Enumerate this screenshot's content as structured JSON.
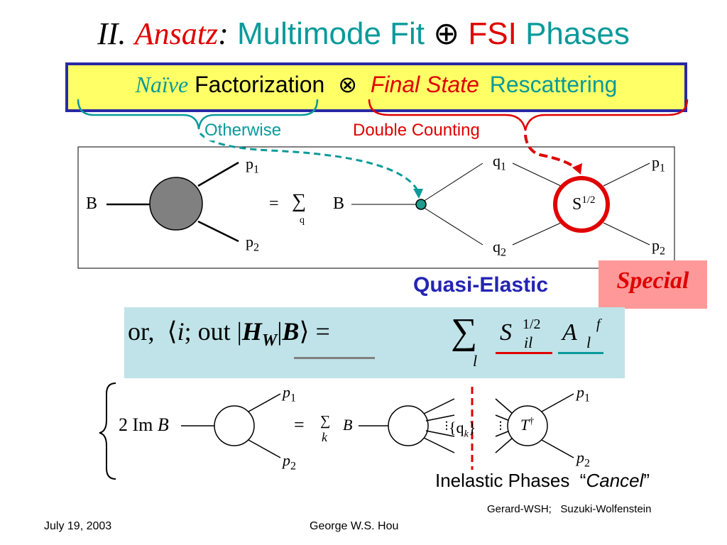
{
  "title": {
    "roman": "II.",
    "ansatz": "Ansatz",
    "colon": ":",
    "multimode": "Multimode Fit",
    "oplus": "⊕",
    "fsi": "FSI",
    "phases": "Phases"
  },
  "banner": {
    "naive": "Naïve",
    "factorization": "Factorization",
    "otimes": "⊗",
    "final_state": "Final State",
    "rescattering": "Rescattering"
  },
  "braces": {
    "otherwise": "Otherwise",
    "double_counting": "Double Counting"
  },
  "diagram_top": {
    "b_left": "B",
    "p_top_left": "p",
    "p_top_left_sub": "1",
    "p_bottom_left": "p",
    "p_bottom_left_sub": "2",
    "equals": "=",
    "sum": "∑",
    "sum_sub": "q",
    "b_right": "B",
    "q_top": "q",
    "q_top_sub": "1",
    "q_bottom": "q",
    "q_bottom_sub": "2",
    "s_label": "S",
    "s_sup": "1/2",
    "p_top_right": "p",
    "p_top_right_sub": "1",
    "p_bottom_right": "p",
    "p_bottom_right_sub": "2"
  },
  "quasi_elastic": "Quasi-Elastic",
  "special": "Special",
  "formula": {
    "or": "or,",
    "langle": "⟨",
    "i": "i",
    "semi_out": "; out",
    "bar1": "|",
    "H": "H",
    "W": "W",
    "bar2": "|",
    "B": "B",
    "rangle": "⟩",
    "eq": "=",
    "sum": "∑",
    "sum_sub": "l",
    "S": "S",
    "S_sup": "1/2",
    "S_sub": "il",
    "A": "A",
    "A_sup": "f",
    "A_sub": "l"
  },
  "diagram_bottom": {
    "two_im": "2 Im",
    "b_left": "B",
    "p1": "p",
    "p1_sub": "1",
    "p2": "p",
    "p2_sub": "2",
    "equals": "=",
    "sum": "∑",
    "sum_sub": "k",
    "b_right": "B",
    "qk_set": "{q",
    "qk_sub": "k",
    "qk_close": "}",
    "T": "T",
    "T_sup": "†",
    "p1r": "p",
    "p1r_sub": "1",
    "p2r": "p",
    "p2r_sub": "2"
  },
  "inelastic": {
    "text": "Inelastic Phases",
    "open_quote": "“",
    "cancel": "Cancel",
    "close_quote": "”"
  },
  "credits": "Gerard-WSH;   Suzuki-Wolfenstein",
  "footer": {
    "date": "July 19, 2003",
    "author": "George W.S. Hou"
  },
  "colors": {
    "teal": "#0a9a9a",
    "red": "#e00000",
    "navy": "#2424b3",
    "yellow": "#ffff66",
    "formula_bg": "#bfe3e8",
    "special_bg": "#ff9999"
  }
}
